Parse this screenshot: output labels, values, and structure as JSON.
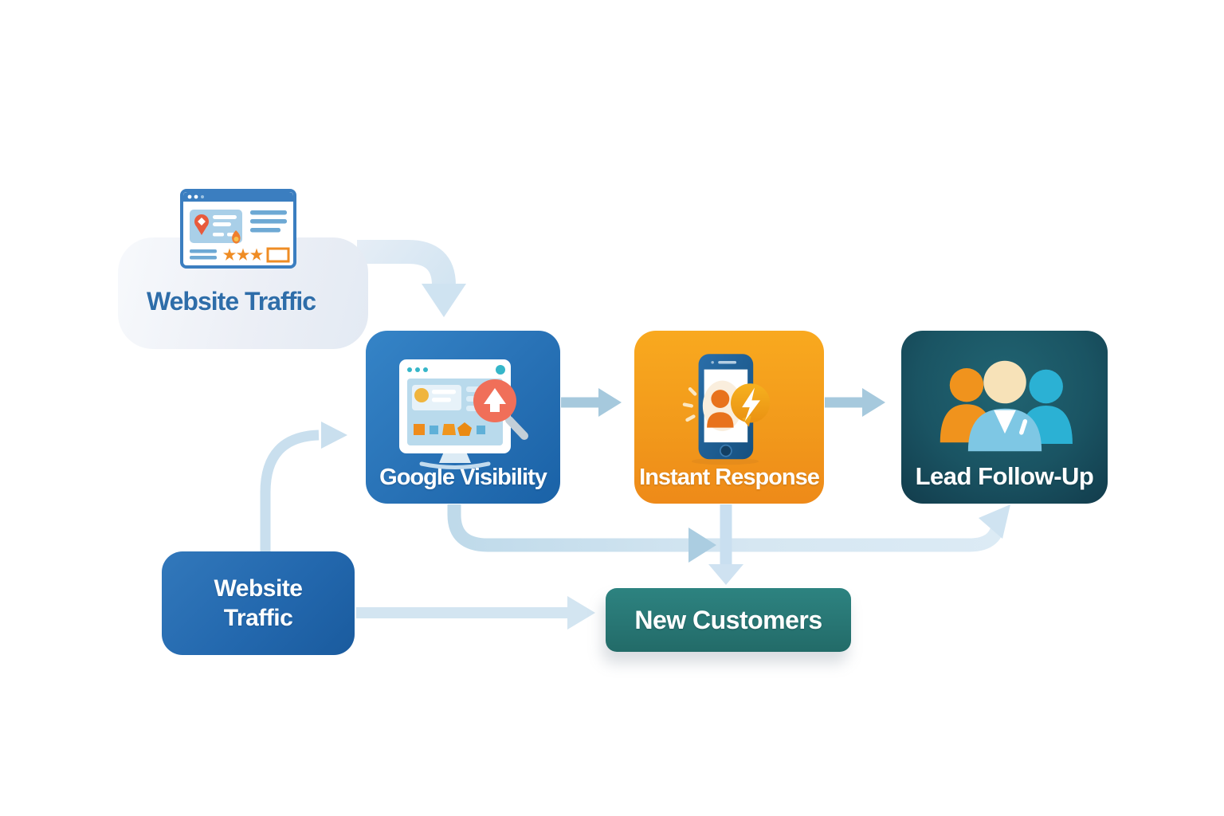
{
  "diagram": {
    "type": "flowchart",
    "background": "#ffffff",
    "nodes": {
      "website_traffic_pill": {
        "label": "Website Traffic",
        "icon": "browser-window-icon",
        "fill": "#eceff6",
        "text_color": "#2e6da9"
      },
      "google_visibility": {
        "label": "Google Visibility",
        "icon": "browser-search-magnifier-icon",
        "fill": "#2a74b8",
        "text_color": "#ffffff"
      },
      "instant_response": {
        "label": "Instant Response",
        "icon": "phone-lightning-icon",
        "fill": "#f29a1b",
        "text_color": "#ffffff"
      },
      "lead_follow_up": {
        "label": "Lead Follow-Up",
        "icon": "people-group-icon",
        "fill": "#1a5463",
        "text_color": "#ffffff"
      },
      "website_traffic_box": {
        "label": "Website Traffic",
        "fill": "#2368ae",
        "text_color": "#ffffff"
      },
      "new_customers": {
        "label": "New Customers",
        "fill": "#287674",
        "text_color": "#ffffff"
      }
    },
    "edges": [
      {
        "from": "website_traffic_pill",
        "to": "google_visibility"
      },
      {
        "from": "website_traffic_box",
        "to": "google_visibility"
      },
      {
        "from": "google_visibility",
        "to": "instant_response"
      },
      {
        "from": "instant_response",
        "to": "lead_follow_up"
      },
      {
        "from": "google_visibility",
        "to": "lead_follow_up"
      },
      {
        "from": "instant_response",
        "to": "new_customers"
      },
      {
        "from": "website_traffic_box",
        "to": "new_customers"
      }
    ],
    "palette": {
      "arrow_light": "#d3e5f1",
      "arrow_medium": "#a6c9dd",
      "arrow_soft": "#c9dfee",
      "accent_orange": "#ee8f1f",
      "accent_coral": "#f06f59",
      "accent_teal": "#35b6c9"
    }
  }
}
